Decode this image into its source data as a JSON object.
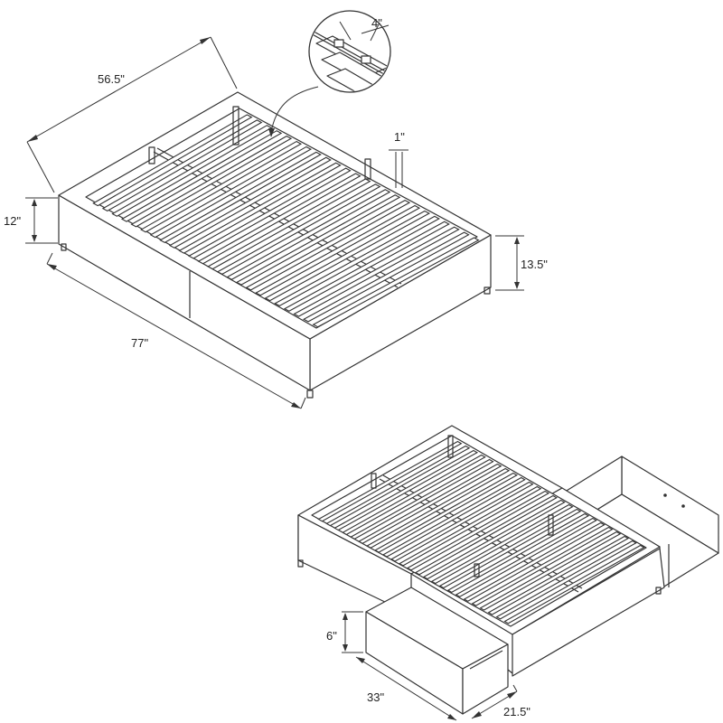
{
  "dimensions": {
    "width": "56.5\"",
    "length": "77\"",
    "height_side": "12\"",
    "height_total": "13.5\"",
    "slat_thickness": "1\"",
    "slat_gap": "4\"",
    "drawer_height": "6\"",
    "drawer_length": "33\"",
    "drawer_width": "21.5\""
  }
}
